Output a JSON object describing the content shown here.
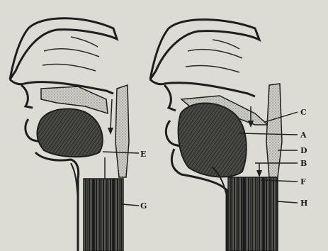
{
  "figure": {
    "panels": [
      {
        "id": "left",
        "labels": [
          "E",
          "G"
        ]
      },
      {
        "id": "right",
        "labels": [
          "C",
          "A",
          "D",
          "B",
          "F",
          "H"
        ]
      }
    ]
  },
  "colors": {
    "paper": "#dcdcd4",
    "ink": "#1e1e1e",
    "stipple": "#b8b8b0",
    "dark_mass": "#3a3a36"
  }
}
